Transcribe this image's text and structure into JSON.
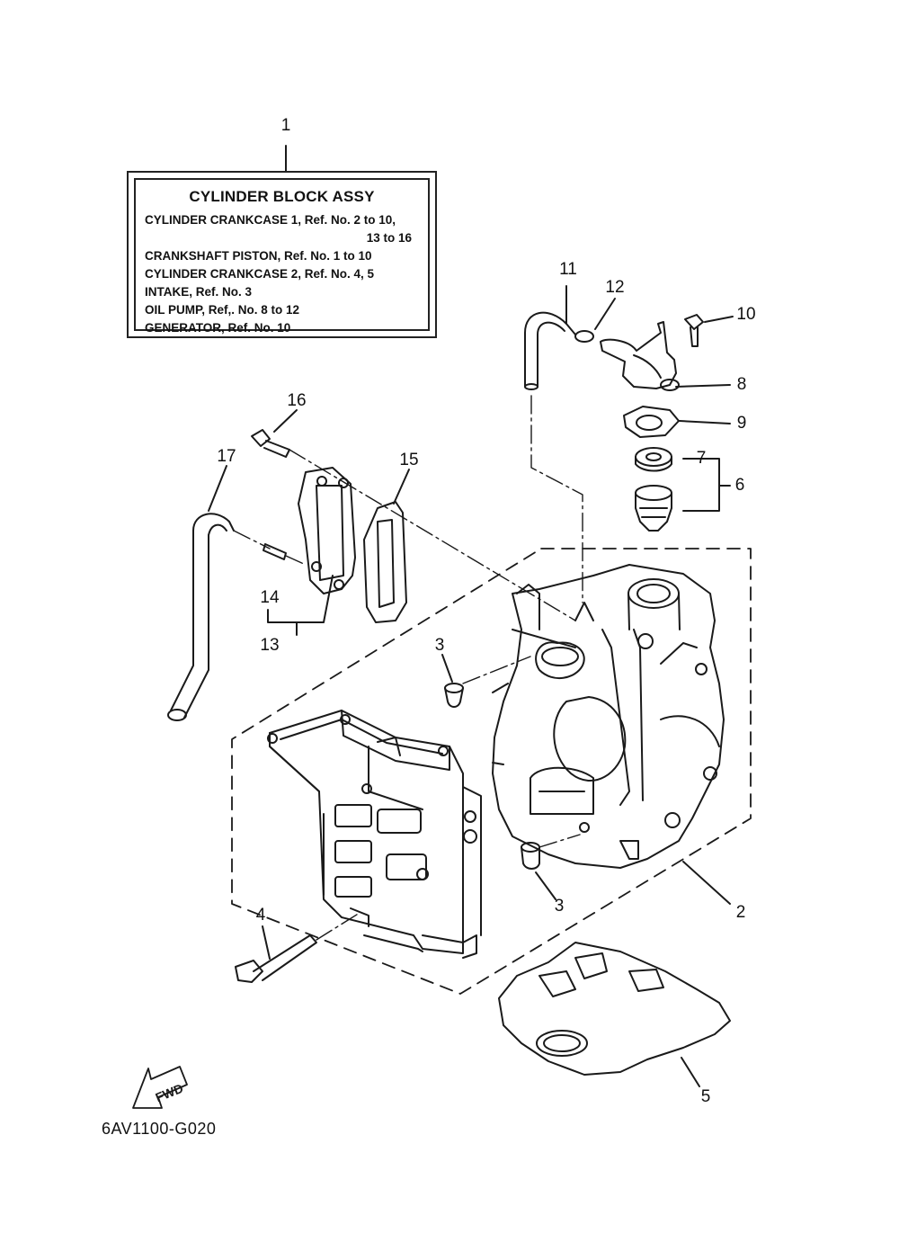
{
  "legend": {
    "title": "CYLINDER BLOCK ASSY",
    "lines": [
      "CYLINDER CRANKCASE 1,  Ref. No. 2 to 10,",
      "13 to 16",
      "CRANKSHAFT PISTON,  Ref. No. 1 to 10",
      "CYLINDER CRANKCASE 2,  Ref. No. 4, 5",
      "INTAKE,  Ref. No. 3",
      "OIL PUMP,  Ref,. No. 8 to 12",
      "GENERATOR,  Ref. No. 10"
    ]
  },
  "callouts": {
    "n1": "1",
    "n2": "2",
    "n3a": "3",
    "n3b": "3",
    "n4": "4",
    "n5": "5",
    "n6": "6",
    "n7": "7",
    "n8": "8",
    "n9": "9",
    "n10": "10",
    "n11": "11",
    "n12": "12",
    "n13": "13",
    "n14": "14",
    "n15": "15",
    "n16": "16",
    "n17": "17"
  },
  "fwd_label": "FWD",
  "diagram_code": "6AV1100-G020",
  "colors": {
    "line": "#1a1a1a",
    "background": "#ffffff"
  }
}
